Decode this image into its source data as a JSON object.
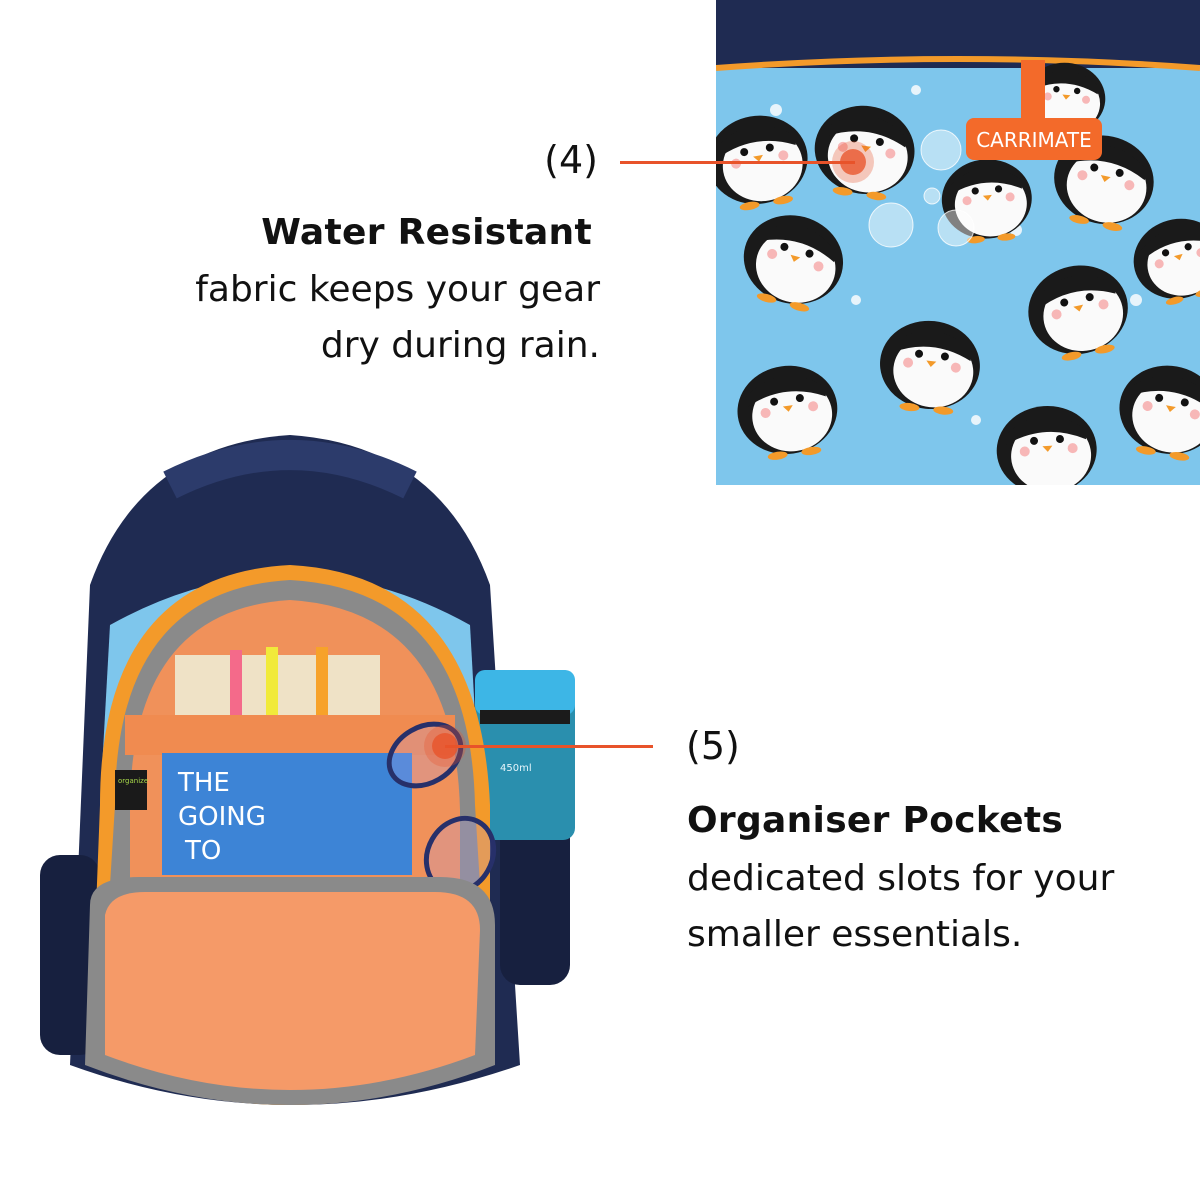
{
  "feature4": {
    "number": "(4)",
    "title": "Water Resistant",
    "description_lines": [
      "fabric keeps your gear",
      "dry during rain."
    ]
  },
  "feature5": {
    "number": "(5)",
    "title": "Organiser Pockets",
    "description_lines": [
      "dedicated slots for your",
      "smaller essentials."
    ]
  },
  "photo_labels": {
    "brand_tag": "CARRIMATE",
    "bottle_capacity": "450ml",
    "organizer_tag": "organize",
    "book_title": [
      "THE",
      "GOING",
      "TO"
    ]
  },
  "colors": {
    "accent": "#e8532a",
    "navy": "#1f2b52",
    "sky": "#7ec6ec",
    "orange_lining": "#f0915a",
    "zipper_orange": "#f39a2a"
  }
}
